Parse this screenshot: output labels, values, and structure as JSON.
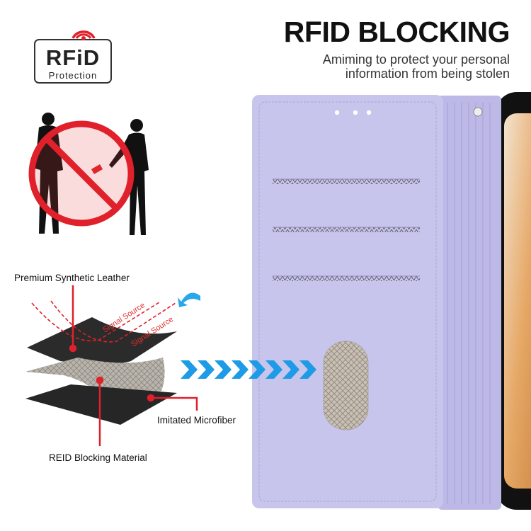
{
  "header": {
    "title": "RFID BLOCKING",
    "subtitle_line1": "Amiming to protect your personal",
    "subtitle_line2": "information from being stolen"
  },
  "logo": {
    "main_text": "RFiD",
    "sub_text": "Protection",
    "icon": "wifi-signal-icon"
  },
  "diagram": {
    "layer_top_label": "Premium Synthetic Leather",
    "layer_middle_label": "REID Blocking Material",
    "layer_bottom_label": "Imitated Microfiber",
    "signal_label": "Signal Source",
    "colors": {
      "accent_red": "#e0202a",
      "arrow_blue": "#1e9be6",
      "case": "#c8c5ec"
    }
  }
}
